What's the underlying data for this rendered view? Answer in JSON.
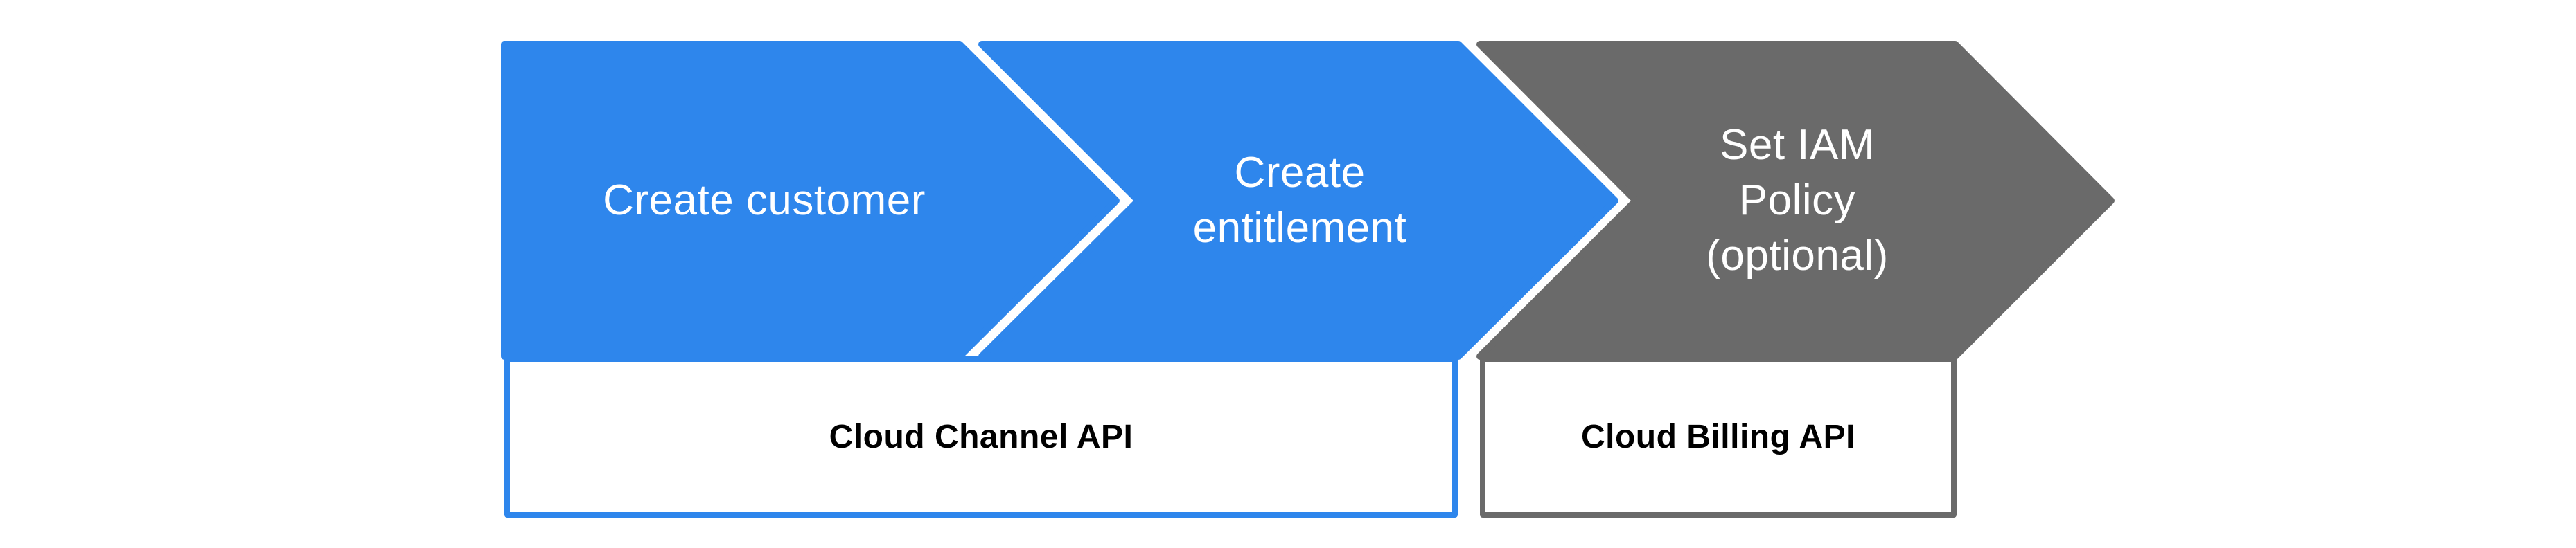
{
  "diagram": {
    "background_color": "#ffffff",
    "separator_color": "#ffffff",
    "steps": [
      {
        "label": "Create customer",
        "fill_color": "#2e86ec",
        "text_color": "#ffffff"
      },
      {
        "label": "Create\nentitlement",
        "fill_color": "#2e86ec",
        "text_color": "#ffffff"
      },
      {
        "label": "Set IAM\nPolicy\n(optional)",
        "fill_color": "#6a6a6a",
        "text_color": "#ffffff"
      }
    ],
    "api_boxes": [
      {
        "label": "Cloud Channel API",
        "border_color": "#2e86ec",
        "fill_color": "#ffffff",
        "text_color": "#4d4d4d"
      },
      {
        "label": "Cloud Billing API",
        "border_color": "#6a6a6a",
        "fill_color": "#ffffff",
        "text_color": "#4d4d4d"
      }
    ]
  }
}
